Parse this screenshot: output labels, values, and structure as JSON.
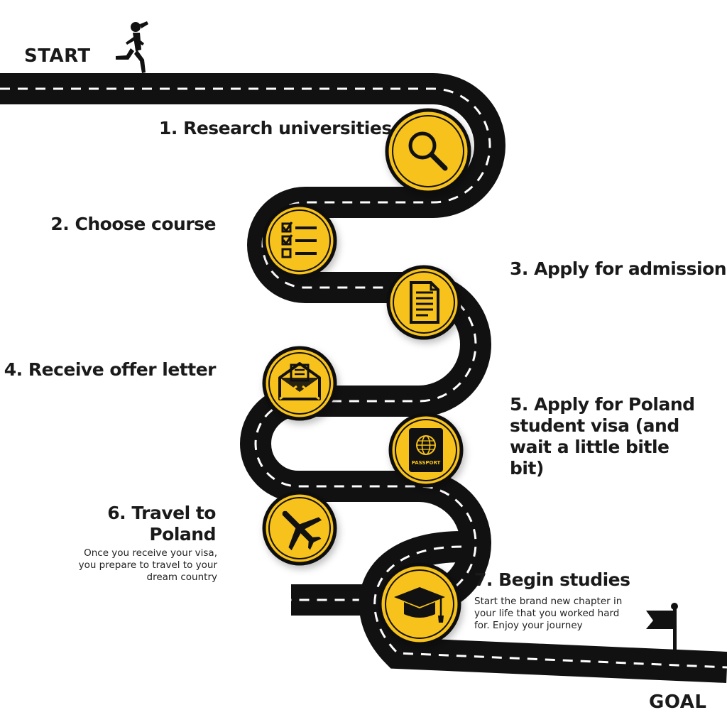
{
  "start_label": "START",
  "goal_label": "GOAL",
  "colors": {
    "road": "#111111",
    "dash": "#ffffff",
    "accent": "#F7C21B",
    "text": "#1a1a1a"
  },
  "steps": [
    {
      "title": "1. Research universities",
      "icon": "magnifier-icon"
    },
    {
      "title": "2. Choose course",
      "icon": "checklist-icon"
    },
    {
      "title": "3. Apply for admission",
      "icon": "document-icon"
    },
    {
      "title": "4. Receive offer letter",
      "icon": "envelope-icon"
    },
    {
      "title": "5. Apply for Poland student visa (and wait a little bitle bit)",
      "icon": "passport-icon",
      "icon_text": "PASSPORT"
    },
    {
      "title": "6. Travel to Poland",
      "description": "Once you receive your visa, you prepare to travel to your dream country",
      "icon": "airplane-icon"
    },
    {
      "title": "7. Begin studies",
      "description": "Start the brand new chapter in your life that you worked hard for. Enjoy your journey",
      "icon": "graduation-cap-icon"
    }
  ],
  "decorations": {
    "start": "runner-icon",
    "goal": "flag-icon"
  }
}
